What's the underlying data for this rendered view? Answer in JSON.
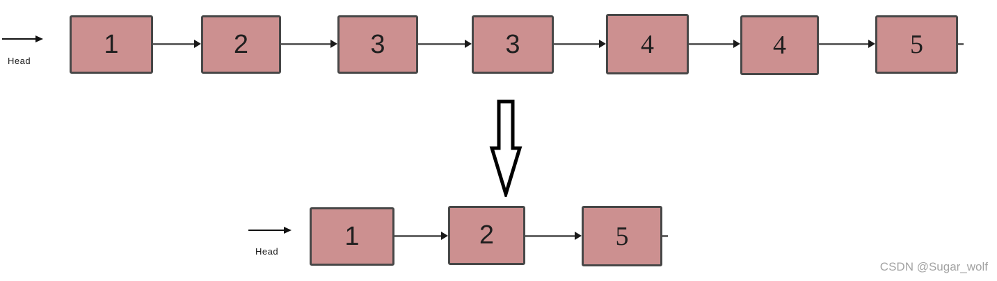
{
  "diagram": {
    "description": "Linked list duplicate-removal illustration",
    "top_list": {
      "head_label": "Head",
      "nodes": [
        {
          "label": "1"
        },
        {
          "label": "2"
        },
        {
          "label": "3"
        },
        {
          "label": "3"
        },
        {
          "label": "4"
        },
        {
          "label": "4"
        },
        {
          "label": "5"
        }
      ]
    },
    "bottom_list": {
      "head_label": "Head",
      "nodes": [
        {
          "label": "1"
        },
        {
          "label": "2"
        },
        {
          "label": "5"
        }
      ]
    }
  },
  "watermark": "CSDN @Sugar_wolf",
  "colors": {
    "node_fill": "#cc9090",
    "node_border": "#474747",
    "line": "#666666",
    "arrowhead": "#1a1a1a",
    "text": "#1f1f1f",
    "watermark_color": "#a3a3a3"
  }
}
